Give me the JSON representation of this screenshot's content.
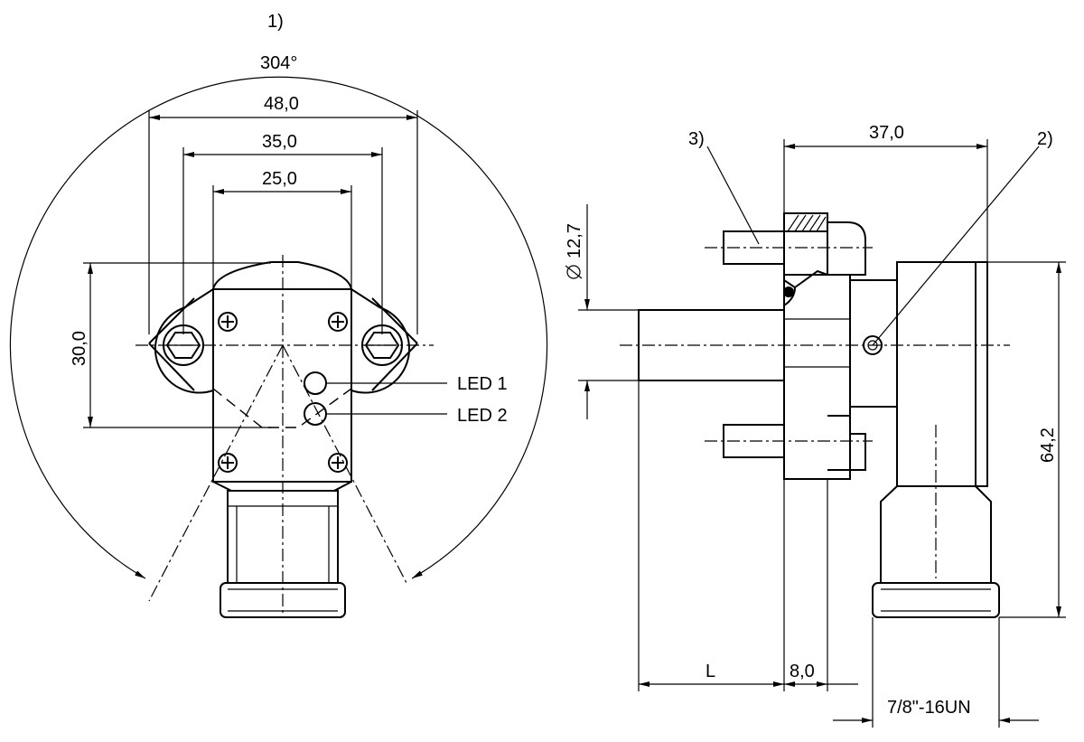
{
  "notes": {
    "note1": "1)",
    "note2": "2)",
    "note3": "3)"
  },
  "front_view": {
    "angle": "304°",
    "width_outer": "48,0",
    "width_mid": "35,0",
    "width_inner": "25,0",
    "height": "30,0",
    "led1": "LED 1",
    "led2": "LED 2"
  },
  "side_view": {
    "top_width": "37,0",
    "diameter": "12,7",
    "height": "64,2",
    "length": "L",
    "flange": "8,0",
    "thread": "7/8\"-16UN"
  }
}
